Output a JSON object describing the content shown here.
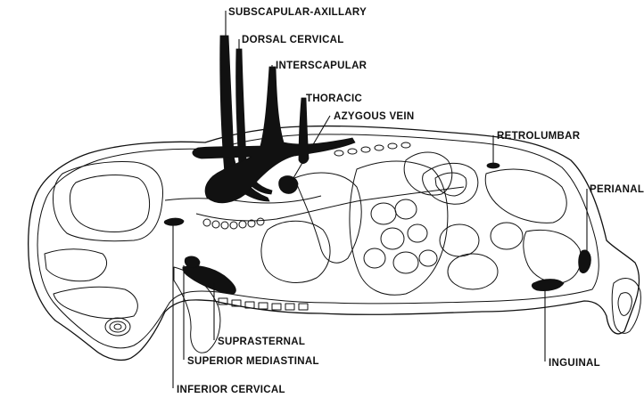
{
  "labels": {
    "subscapular_axillary": "SUBSCAPULAR-AXILLARY",
    "dorsal_cervical": "DORSAL CERVICAL",
    "interscapular": "INTERSCAPULAR",
    "thoracic": "THORACIC",
    "azygous_vein": "AZYGOUS VEIN",
    "retrolumbar": "RETROLUMBAR",
    "perianal": "PERIANAL",
    "suprasternal": "SUPRASTERNAL",
    "superior_mediastinal": "SUPERIOR MEDIASTINAL",
    "inferior_cervical": "INFERIOR CERVICAL",
    "inguinal": "INGUINAL"
  },
  "colors": {
    "ink": "#111111",
    "paper": "#ffffff"
  }
}
